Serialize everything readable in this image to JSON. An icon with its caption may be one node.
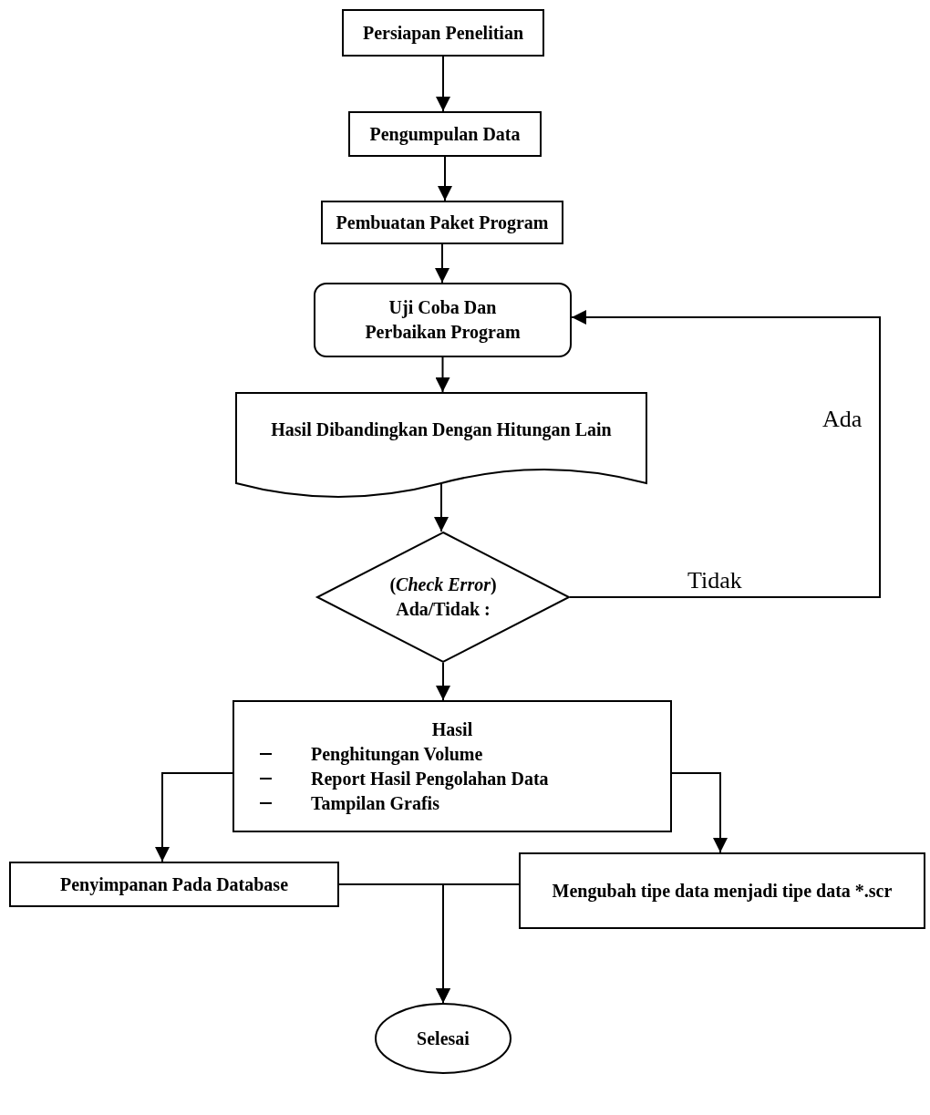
{
  "diagram": {
    "nodes": [
      {
        "text": [
          "Persiapan Penelitian"
        ]
      },
      {
        "text": [
          "Pengumpulan Data"
        ]
      },
      {
        "text": [
          "Pembuatan Paket Program"
        ]
      },
      {
        "text": [
          "Uji Coba Dan Perbaikan Program"
        ]
      },
      {
        "text": [
          "Hasil Dibandingkan Dengan Hitungan Lain"
        ]
      },
      {
        "text": [
          "(*Check Error*) Ada/Tidak :"
        ]
      },
      {
        "text": [
          "Hasil",
          "Penghitungan Volume",
          "Report Hasil Pengolahan Data",
          "Tampilan Grafis"
        ]
      },
      {
        "text": [
          "Penyimpanan Pada Database"
        ]
      },
      {
        "text": [
          "Mengubah tipe data menjadi tipe data *.scr"
        ]
      },
      {
        "text": [
          "Selesai"
        ]
      }
    ],
    "edges": [
      {
        "from": 0,
        "to": 1,
        "arrow": "to"
      },
      {
        "from": 1,
        "to": 2,
        "arrow": "to"
      },
      {
        "from": 2,
        "to": 3,
        "arrow": "to"
      },
      {
        "from": 3,
        "to": 4,
        "arrow": "to"
      },
      {
        "from": 4,
        "to": 5,
        "arrow": "to"
      },
      {
        "from": 5,
        "to": 6,
        "arrow": "to"
      },
      {
        "from": 5,
        "to": 3,
        "arrow": "to",
        "label": "Tidak"
      },
      {
        "from": 6,
        "to": 7,
        "arrow": "to"
      },
      {
        "from": 6,
        "to": 8,
        "arrow": "to"
      },
      {
        "from": 7,
        "to": 9,
        "arrow": "to"
      },
      {
        "from": 8,
        "to": 9,
        "arrow": "to"
      }
    ],
    "labels": [
      "Ada"
    ]
  }
}
